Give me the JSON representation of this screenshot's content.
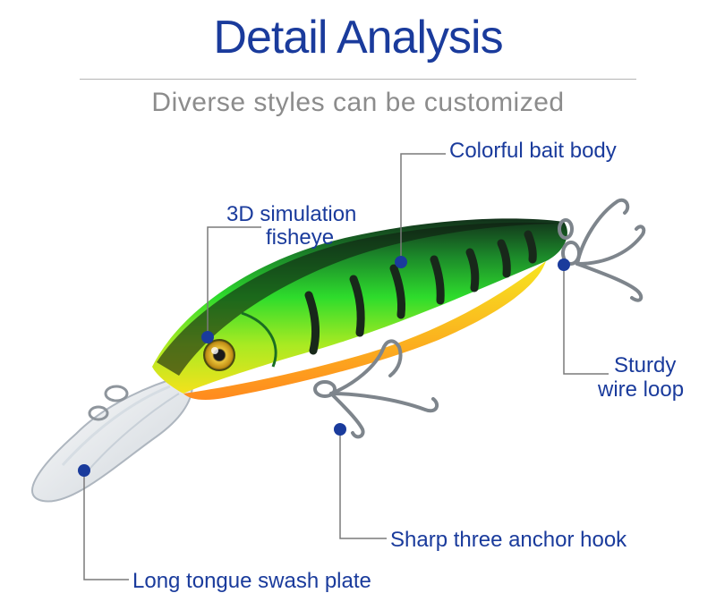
{
  "header": {
    "title": "Detail Analysis",
    "subtitle": "Diverse styles can be customized"
  },
  "callouts": {
    "body": "Colorful bait body",
    "eye_line1": "3D simulation",
    "eye_line2": "fisheye",
    "loop_line1": "Sturdy",
    "loop_line2": "wire loop",
    "hook": "Sharp three anchor hook",
    "plate": "Long tongue swash plate"
  },
  "colors": {
    "accent": "#1a3b9c",
    "subtitle": "#8c8c8c",
    "body_green": "#22d32a",
    "belly_yellow": "#f2e21a",
    "stripe": "#1b2a1b"
  }
}
